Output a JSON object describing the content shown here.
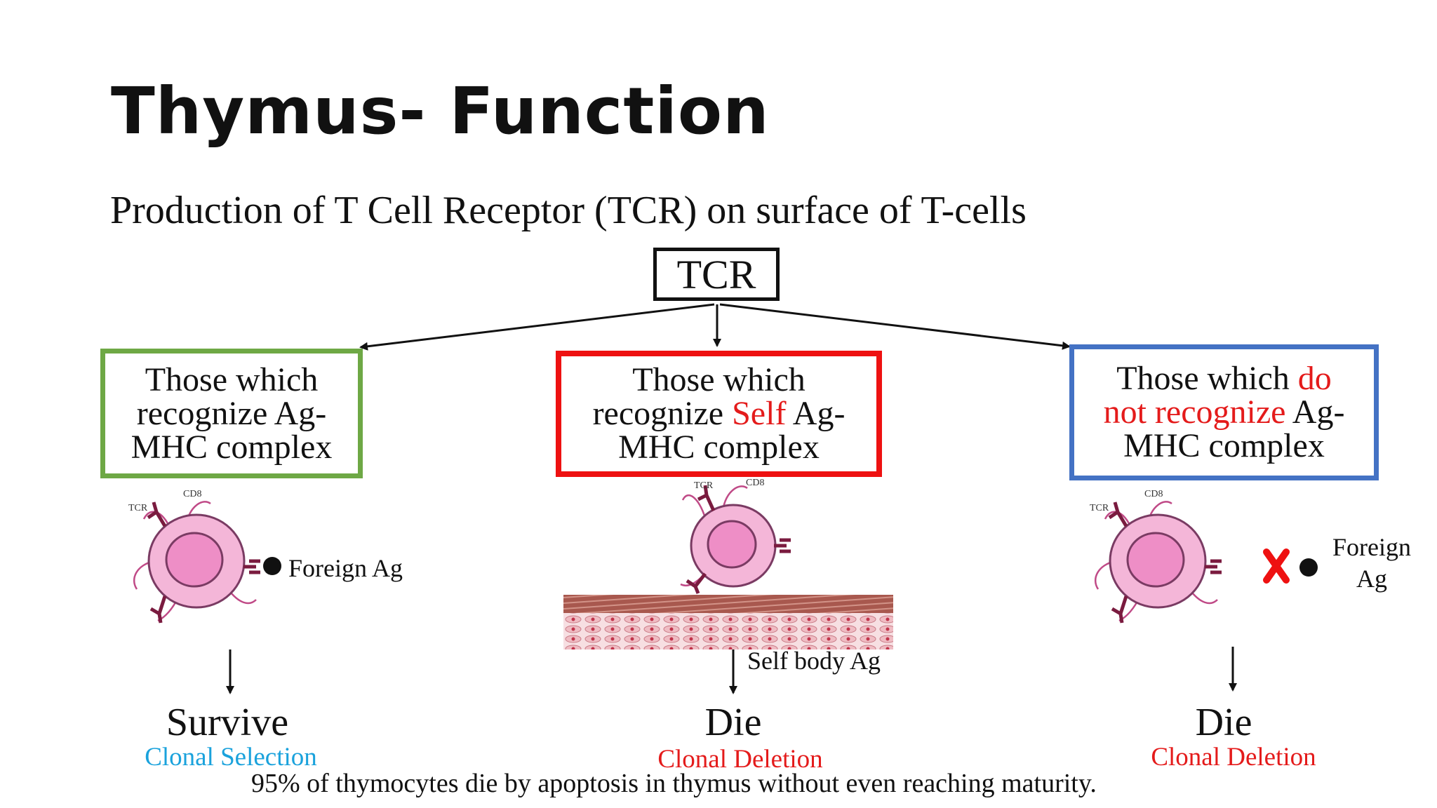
{
  "slide": {
    "title": "Thymus- Function",
    "subtitle": "Production of T Cell Receptor (TCR) on surface of T-cells",
    "root": "TCR",
    "branches": [
      {
        "line1": "Those which",
        "line2": "recognize Ag-",
        "line3": "MHC complex",
        "cell_labels": [
          "TCR",
          "CD8"
        ],
        "antigen_label": "Foreign Ag",
        "outcome": "Survive",
        "process": "Clonal Selection"
      },
      {
        "line1": "Those which",
        "line2_pre": "recognize ",
        "line2_highlight": "Self",
        "line2_post": " Ag-",
        "line3": "MHC complex",
        "cell_labels": [
          "TCR",
          "CD8"
        ],
        "antigen_label": "Self body Ag",
        "outcome": "Die",
        "process": "Clonal Deletion"
      },
      {
        "line1_pre": "Those which ",
        "line1_highlight": "do",
        "line2_highlight": "not recognize",
        "line2_post": " Ag-",
        "line3": "MHC complex",
        "cell_labels": [
          "TCR",
          "CD8"
        ],
        "antigen_label_1": "Foreign",
        "antigen_label_2": "Ag",
        "outcome": "Die",
        "process": "Clonal Deletion"
      }
    ],
    "footer": "95% of thymocytes die by apoptosis in thymus without even reaching maturity."
  },
  "colors": {
    "green": "#6ea845",
    "red": "#ee1111",
    "blue": "#4472c4",
    "cyan_text": "#1aa2dc",
    "cell_pink": "#f4b6d8",
    "nucleus": "#ee8ec6",
    "receptor": "#7a1b3f"
  }
}
